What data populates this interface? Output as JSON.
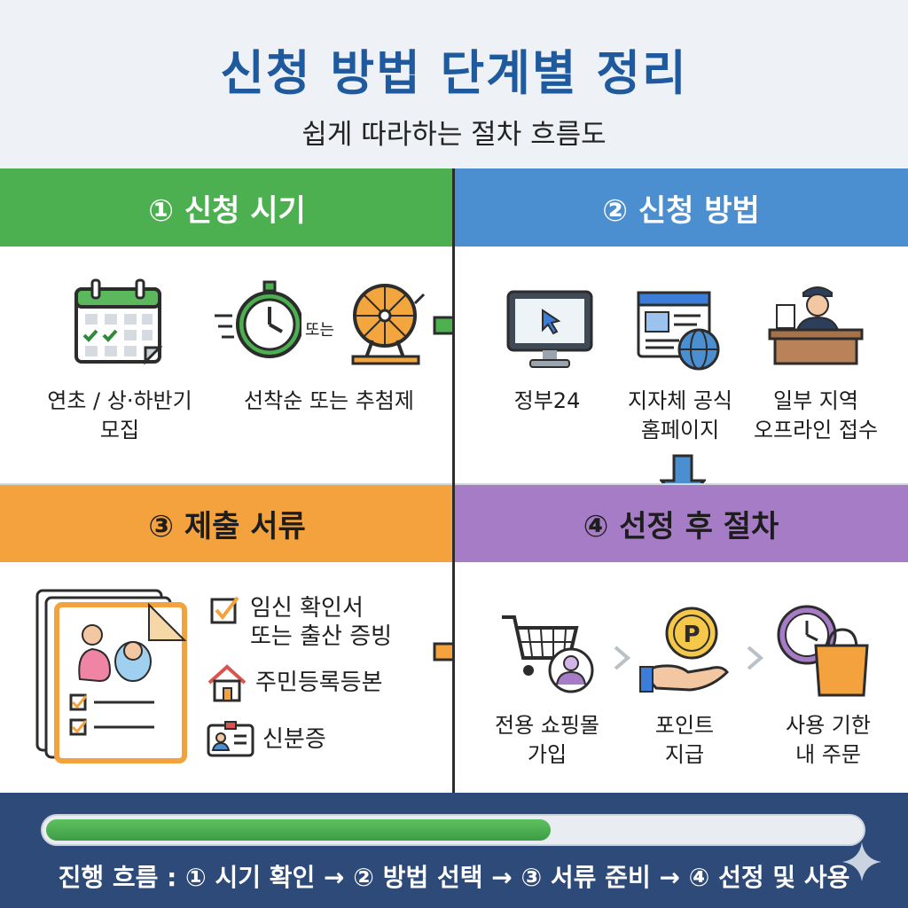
{
  "header": {
    "title": "신청 방법 단계별 정리",
    "subtitle": "쉽게 따라하는 절차 흐름도"
  },
  "step1": {
    "heading": "① 신청 시기",
    "or_label": "또는",
    "items": [
      {
        "label": "연초 / 상·하반기\n모집",
        "icon": "calendar-icon"
      },
      {
        "label": "선착순 또는 추첨제",
        "icon": "stopwatch-icon"
      }
    ]
  },
  "step2": {
    "heading": "② 신청 방법",
    "items": [
      {
        "label": "정부24",
        "icon": "monitor-icon"
      },
      {
        "label": "지자체 공식\n홈페이지",
        "icon": "website-globe-icon"
      },
      {
        "label": "일부 지역\n오프라인 접수",
        "icon": "clerk-desk-icon"
      }
    ]
  },
  "step3": {
    "heading": "③ 제출 서류",
    "items": [
      {
        "label": "임신 확인서\n또는 출산 증빙",
        "icon": "checkbox-icon"
      },
      {
        "label": "주민등록등본",
        "icon": "house-icon"
      },
      {
        "label": "신분증",
        "icon": "id-card-icon"
      }
    ]
  },
  "step4": {
    "heading": "④ 선정 후 절차",
    "items": [
      {
        "label": "전용 쇼핑몰\n가입",
        "icon": "cart-user-icon"
      },
      {
        "label": "포인트\n지급",
        "icon": "coin-hand-icon"
      },
      {
        "label": "사용 기한\n내 주문",
        "icon": "clock-bag-icon"
      }
    ]
  },
  "footer": {
    "flow": "진행 흐름 : ① 시기 확인 → ② 방법 선택 → ③ 서류 준비 → ④ 선정 및 사용",
    "progress": 0.62
  },
  "colors": {
    "title": "#1f5a9e",
    "green": "#4caf50",
    "blue": "#4c8fd0",
    "orange": "#f4a23e",
    "purple": "#a77cc6",
    "footer": "#2d4a78"
  }
}
